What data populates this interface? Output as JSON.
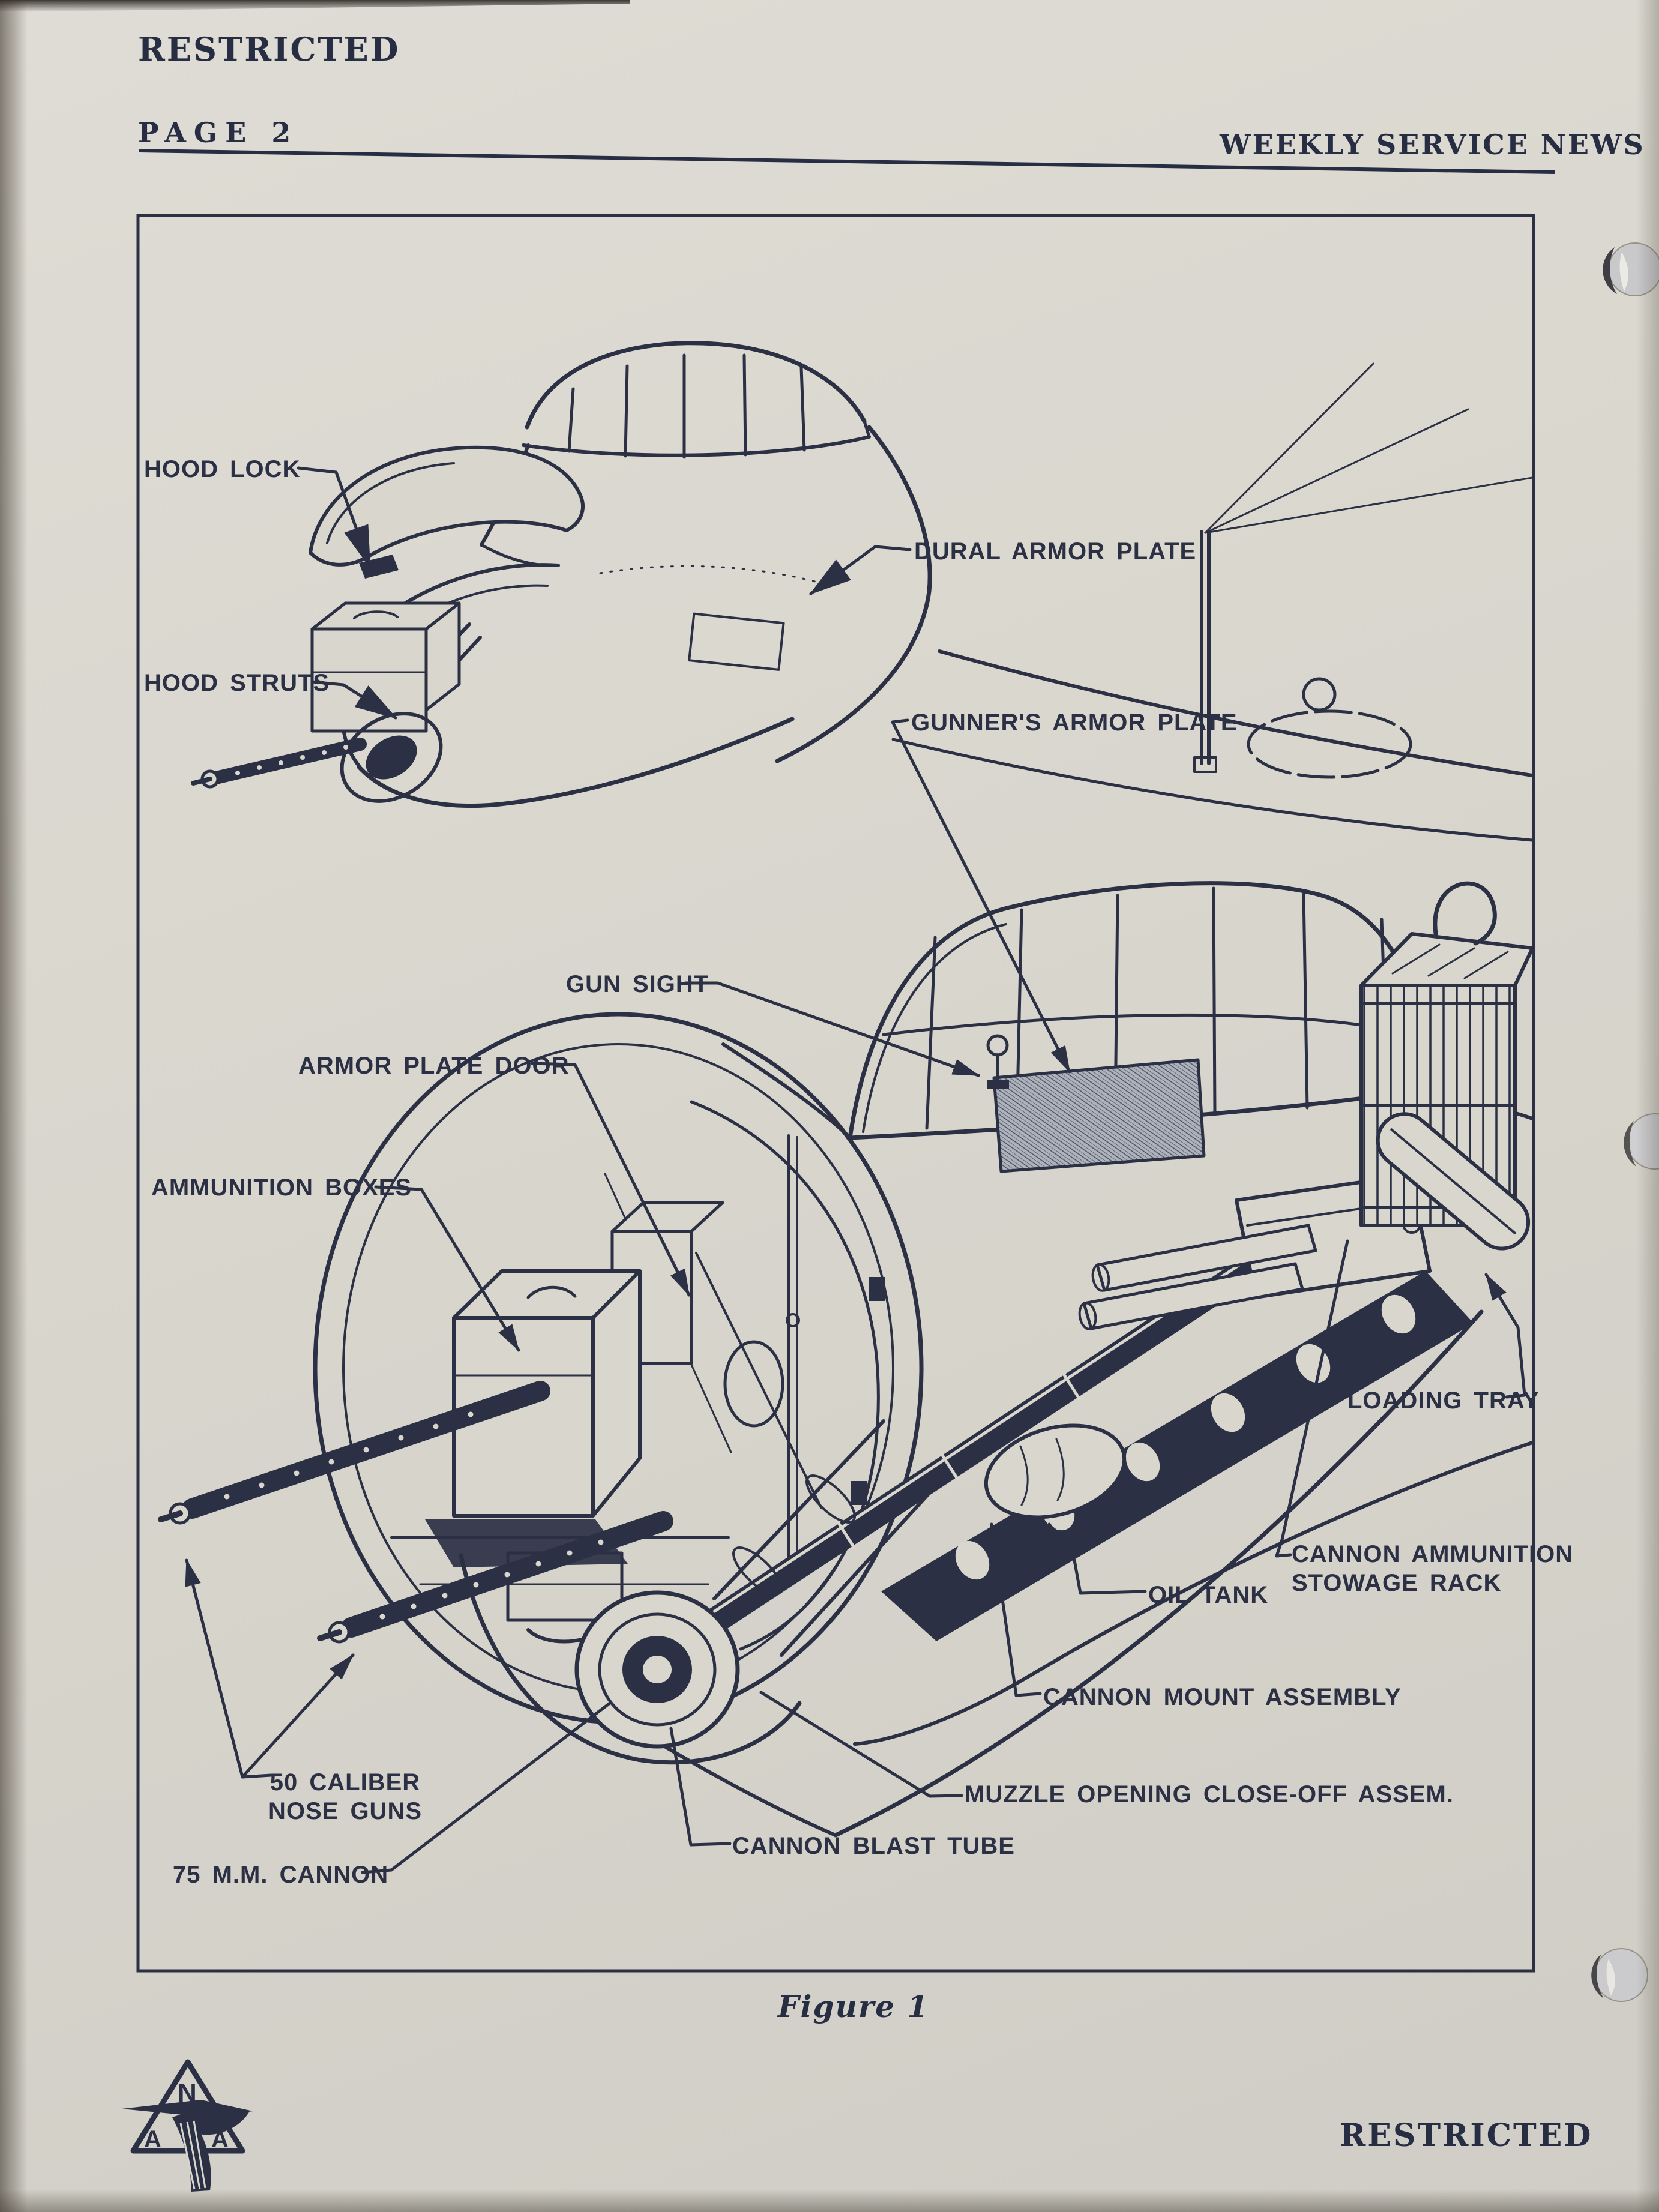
{
  "page": {
    "classification_top": "RESTRICTED",
    "page_number": "PAGE 2",
    "masthead": "WEEKLY SERVICE NEWS",
    "figure_caption": "Figure 1",
    "classification_bottom": "RESTRICTED"
  },
  "logo": {
    "name": "north-american-aviation-logo",
    "letters": [
      "N",
      "A",
      "A"
    ]
  },
  "figure": {
    "subject": "75 mm cannon installation in aircraft nose, cutaway drawing",
    "labels": [
      {
        "id": "hood-lock",
        "text": "HOOD LOCK"
      },
      {
        "id": "hood-struts",
        "text": "HOOD STRUTS"
      },
      {
        "id": "dural-armor-plate",
        "text": "DURAL ARMOR PLATE"
      },
      {
        "id": "gunners-armor-plate",
        "text": "GUNNER'S ARMOR PLATE"
      },
      {
        "id": "gun-sight",
        "text": "GUN SIGHT"
      },
      {
        "id": "armor-plate-door",
        "text": "ARMOR PLATE DOOR"
      },
      {
        "id": "ammunition-boxes",
        "text": "AMMUNITION BOXES"
      },
      {
        "id": "loading-tray",
        "text": "LOADING TRAY"
      },
      {
        "id": "cannon-ammunition-stowage-rack",
        "text": "CANNON AMMUNITION\nSTOWAGE RACK"
      },
      {
        "id": "oil-tank",
        "text": "OIL TANK"
      },
      {
        "id": "cannon-mount-assembly",
        "text": "CANNON MOUNT ASSEMBLY"
      },
      {
        "id": "muzzle-opening-close-off-assem",
        "text": "MUZZLE OPENING CLOSE-OFF ASSEM."
      },
      {
        "id": "cannon-blast-tube",
        "text": "CANNON BLAST TUBE"
      },
      {
        "id": "fifty-caliber-nose-guns",
        "text": "50 CALIBER\nNOSE GUNS"
      },
      {
        "id": "seventy-five-mm-cannon",
        "text": "75 M.M. CANNON"
      }
    ]
  },
  "decorations": {
    "punch_holes": 3,
    "colors": {
      "ink": "#2b3044",
      "paper": "#d8d6cd"
    }
  }
}
